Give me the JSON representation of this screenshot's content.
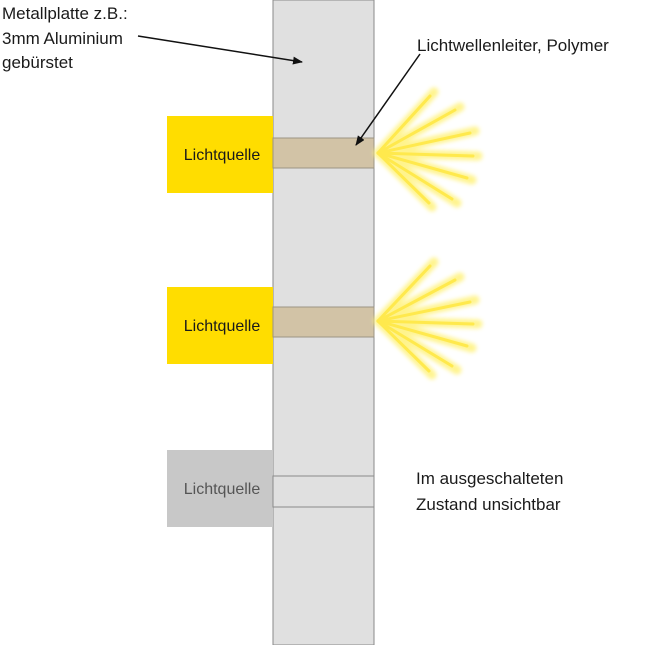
{
  "labels": {
    "plate_line1": "Metallplatte z.B.:",
    "plate_line2": "3mm Aluminium",
    "plate_line3": "gebürstet",
    "fiber": "Lichtwellenleiter, Polymer",
    "off_line1": "Im ausgeschalteten",
    "off_line2": "Zustand unsichtbar"
  },
  "light_sources": [
    {
      "label": "Lichtquelle",
      "state": "on"
    },
    {
      "label": "Lichtquelle",
      "state": "on"
    },
    {
      "label": "Lichtquelle",
      "state": "off"
    }
  ],
  "colors": {
    "plate": "#e0e0e0",
    "plate_border": "#8a8a8a",
    "source_on": "#ffdd00",
    "source_off": "#c8c8c8",
    "source_off_text": "#555555",
    "fiber": "#d2c3a6",
    "rays": "#fff27a",
    "rays_core": "#ffe94d",
    "arrow": "#111111"
  }
}
